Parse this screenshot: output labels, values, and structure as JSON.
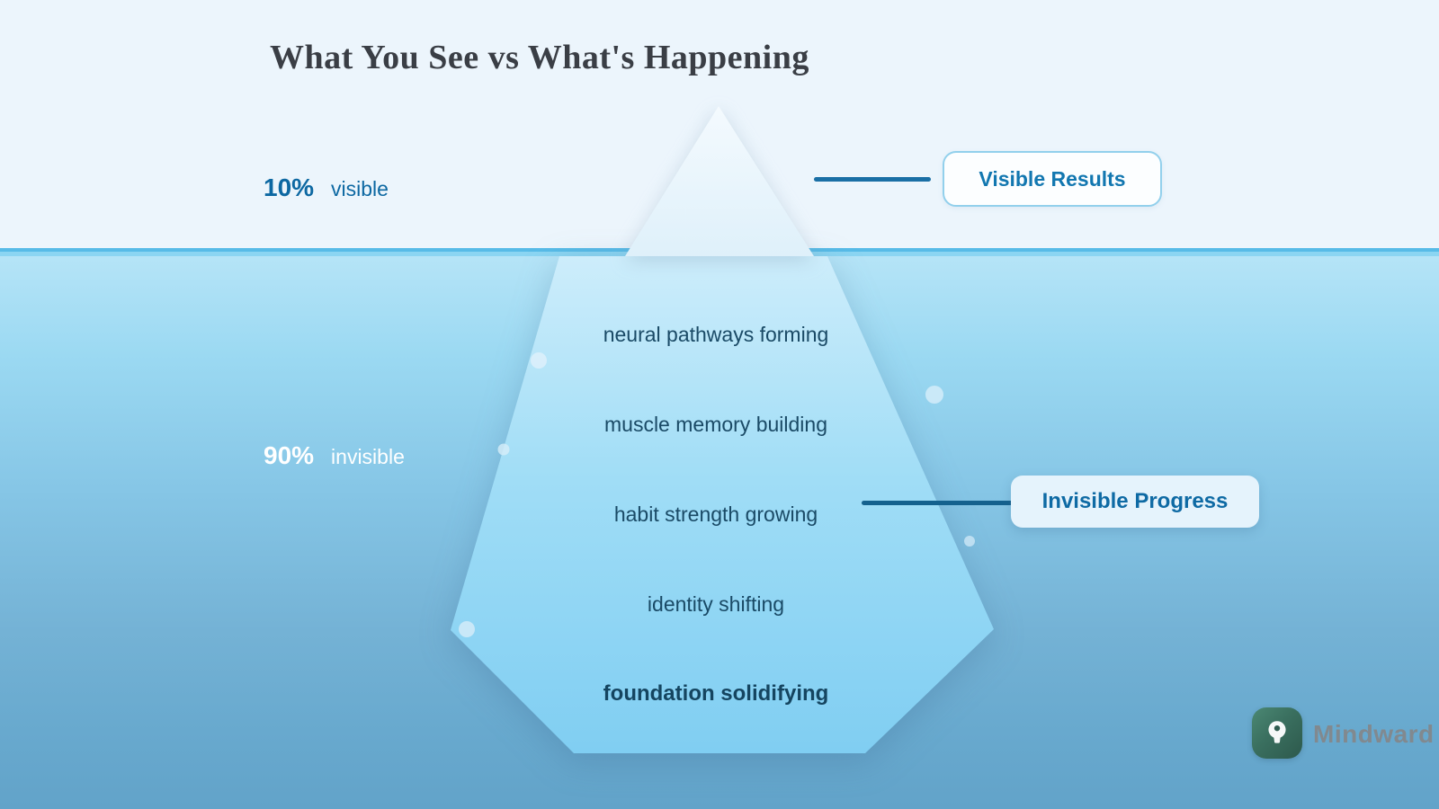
{
  "title": "What You See vs What's Happening",
  "surface": {
    "percent": "10%",
    "label": "visible"
  },
  "underwater": {
    "percent": "90%",
    "label": "invisible"
  },
  "callouts": {
    "visible": "Visible Results",
    "invisible": "Invisible Progress"
  },
  "iceberg": {
    "labels": [
      "neural pathways forming",
      "muscle memory building",
      "habit strength growing",
      "identity shifting",
      "foundation solidifying"
    ]
  },
  "brand": {
    "name": "Mindward",
    "icon": "lightbulb-icon"
  },
  "colors": {
    "accent_blue": "#0d68a2",
    "callout_line_blue": "#1a6fa5",
    "deep_label_blue": "#1a4a66",
    "sky": "#ecf5fc",
    "waterline": "#57bbe7",
    "water_top": "#b5e4f7",
    "water_bottom": "#62a3c9",
    "iceberg_top": "#f3fafe",
    "iceberg_bottom": "#80cef2",
    "brand_green": "#3a6f5f",
    "brand_text_gray": "#81898f"
  }
}
